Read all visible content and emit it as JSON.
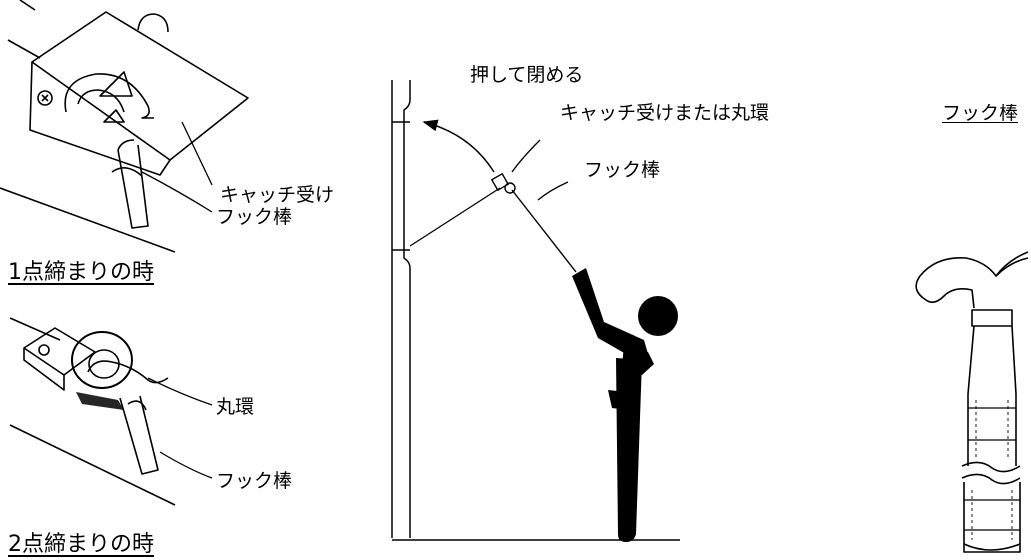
{
  "top_left_panel": {
    "catch_label": "キャッチ受け",
    "hook_label": "フック棒",
    "caption": "1点締まりの時"
  },
  "bottom_left_panel": {
    "ring_label": "丸環",
    "hook_label": "フック棒",
    "caption": "2点締まりの時"
  },
  "center_panel": {
    "action_label": "押して閉める",
    "catch_or_ring_label": "キャッチ受けまたは丸環",
    "hook_label": "フック棒"
  },
  "right_panel": {
    "title": "フック棒"
  }
}
